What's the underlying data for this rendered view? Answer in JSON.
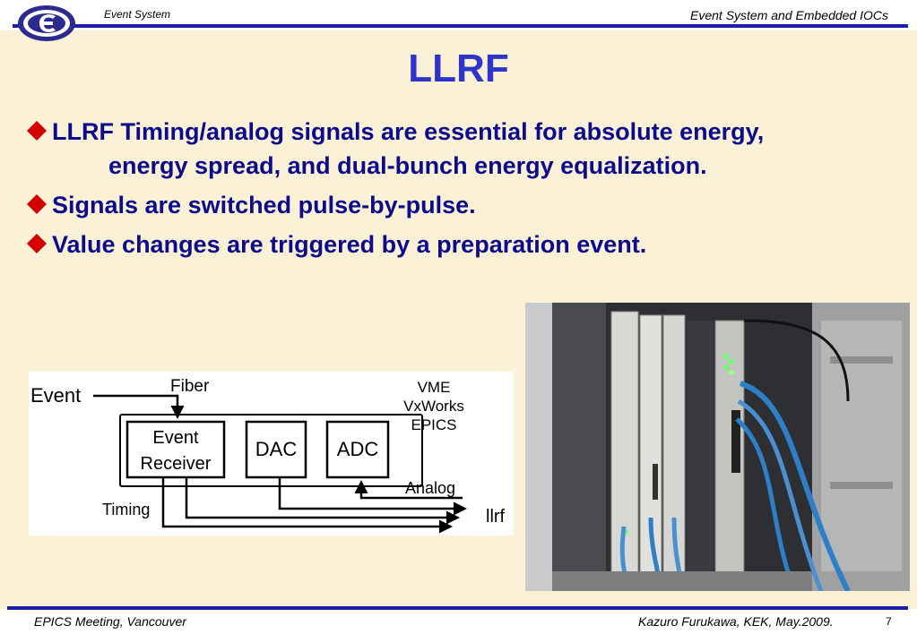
{
  "header": {
    "left": "Event System",
    "right": "Event System and Embedded IOCs"
  },
  "slide": {
    "title": "LLRF",
    "bullets": [
      {
        "line1": "LLRF Timing/analog signals are essential for absolute energy,",
        "line2": "energy spread, and dual-bunch energy equalization."
      },
      {
        "line1": "Signals are switched pulse-by-pulse.",
        "line2": ""
      },
      {
        "line1": "Value changes are triggered by a preparation event.",
        "line2": ""
      }
    ]
  },
  "diagram": {
    "event": "Event",
    "fiber": "Fiber",
    "vme": "VME",
    "vxworks": "VxWorks",
    "epics": "EPICS",
    "receiver_line1": "Event",
    "receiver_line2": "Receiver",
    "dac": "DAC",
    "adc": "ADC",
    "analog": "Analog",
    "timing": "Timing",
    "llrf": "llrf"
  },
  "footer": {
    "left": "EPICS Meeting, Vancouver",
    "right": "Kazuro Furukawa, KEK, May.2009.",
    "page": "7"
  },
  "colors": {
    "accent": "#1b1fa8",
    "title": "#2f35c8",
    "bullet_text": "#0b0b8c",
    "bullet_mark": "#d40000",
    "background": "#fbf1d6"
  }
}
